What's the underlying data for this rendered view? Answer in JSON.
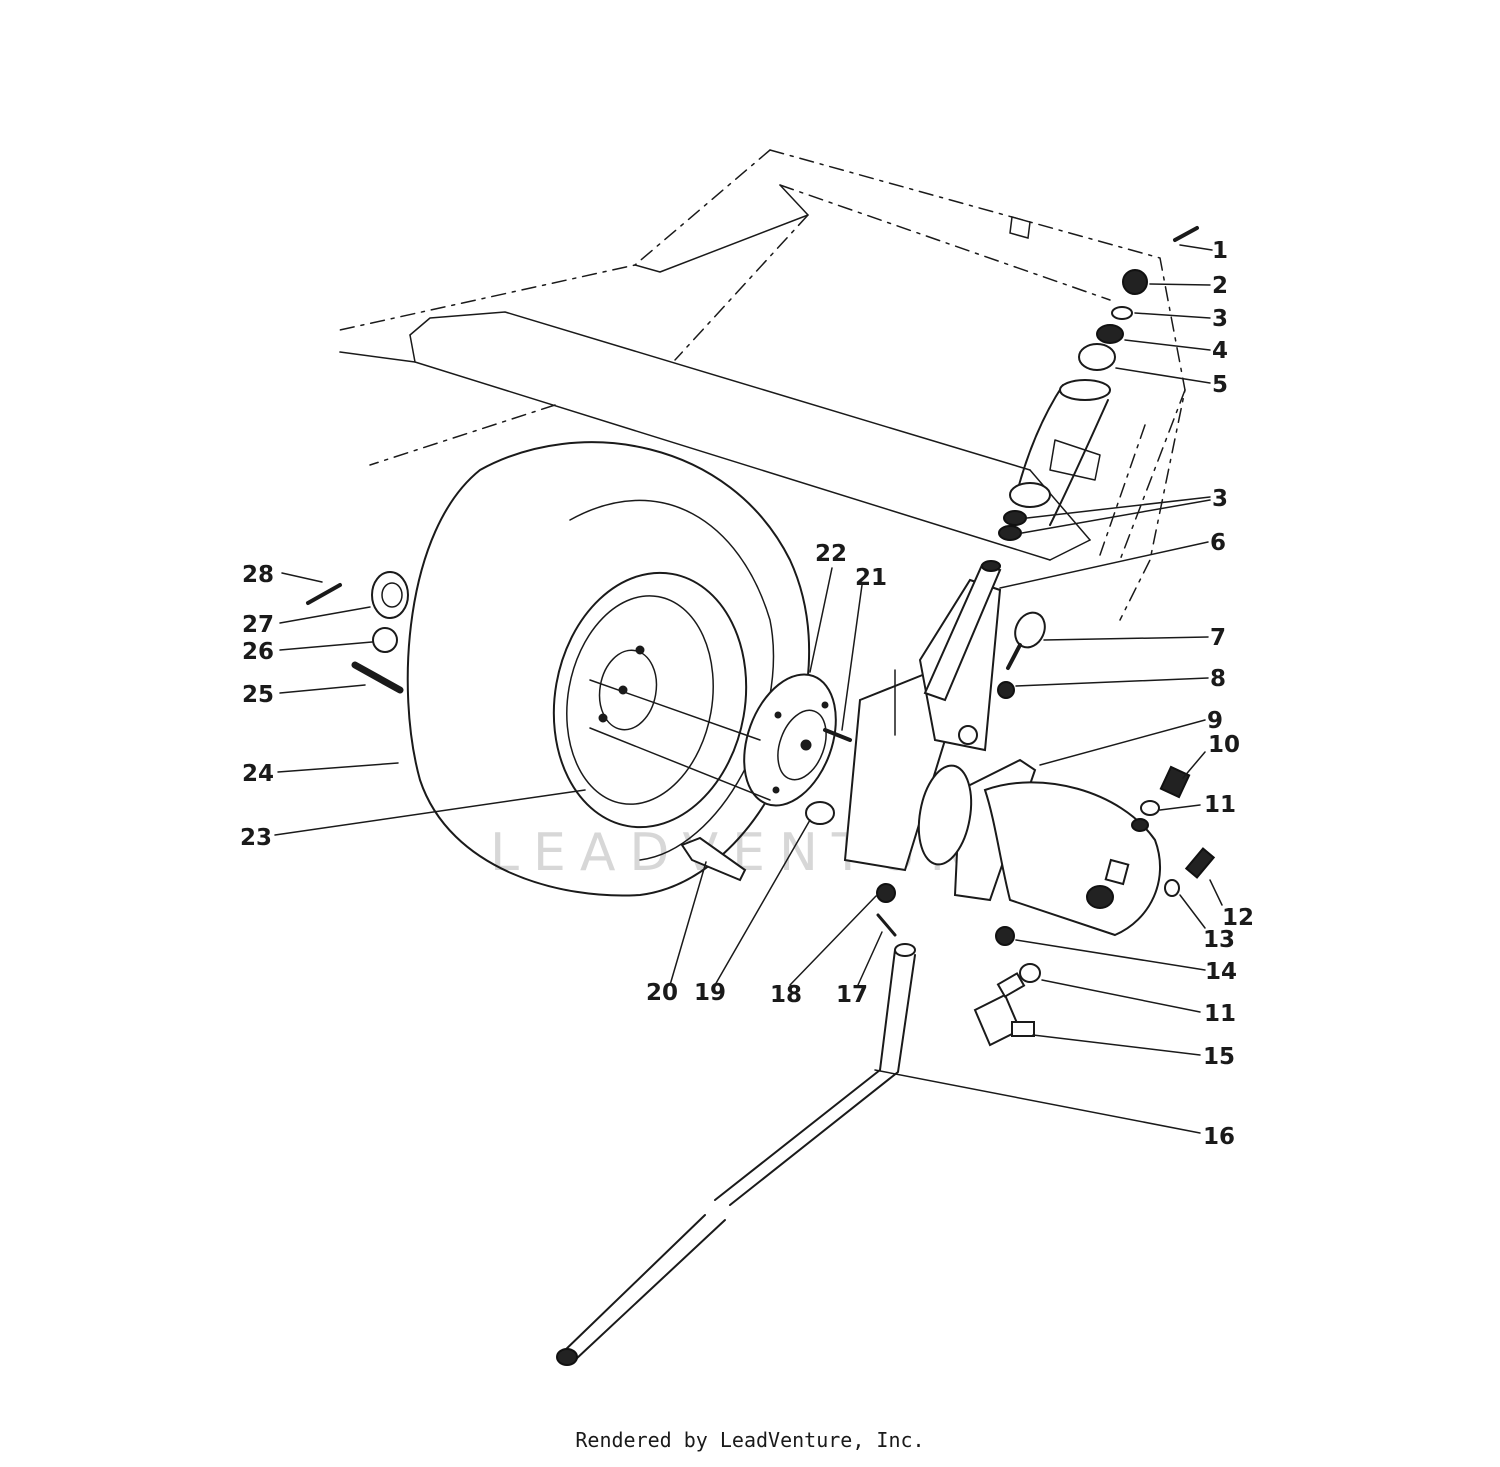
{
  "callouts": [
    {
      "num": "1"
    },
    {
      "num": "2"
    },
    {
      "num": "3"
    },
    {
      "num": "4"
    },
    {
      "num": "5"
    },
    {
      "num": "3"
    },
    {
      "num": "6"
    },
    {
      "num": "7"
    },
    {
      "num": "8"
    },
    {
      "num": "9"
    },
    {
      "num": "10"
    },
    {
      "num": "11"
    },
    {
      "num": "12"
    },
    {
      "num": "13"
    },
    {
      "num": "14"
    },
    {
      "num": "11"
    },
    {
      "num": "15"
    },
    {
      "num": "16"
    },
    {
      "num": "17"
    },
    {
      "num": "18"
    },
    {
      "num": "19"
    },
    {
      "num": "20"
    },
    {
      "num": "21"
    },
    {
      "num": "22"
    },
    {
      "num": "23"
    },
    {
      "num": "24"
    },
    {
      "num": "25"
    },
    {
      "num": "26"
    },
    {
      "num": "27"
    },
    {
      "num": "28"
    }
  ],
  "watermark": "LEADVENTURE",
  "footer": "Rendered by LeadVenture, Inc."
}
